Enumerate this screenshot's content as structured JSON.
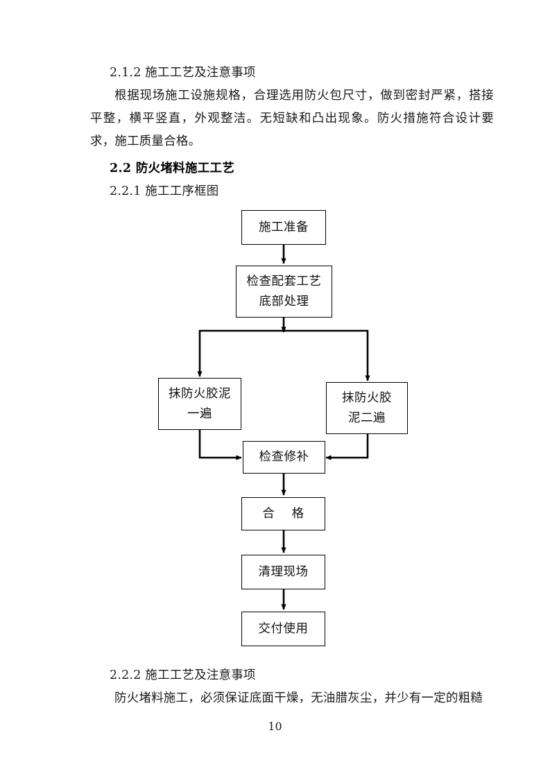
{
  "document": {
    "page_number": "10",
    "sections": [
      {
        "id": "sec-2-1-2",
        "heading": "2.1.2 施工工艺及注意事项",
        "body": "根据现场施工设施规格，合理选用防火包尺寸，做到密封严紧，搭接平整，横平竖直，外观整洁。无短缺和凸出现象。防火措施符合设计要求，施工质量合格。"
      },
      {
        "id": "sec-2-2",
        "heading": "2.2 防火堵料施工工艺"
      },
      {
        "id": "sec-2-2-1",
        "heading": "2.2.1 施工工序框图"
      },
      {
        "id": "sec-2-2-2",
        "heading": "2.2.2 施工工艺及注意事项",
        "body": "防火堵料施工，必须保证底面干燥，无油腊灰尘，并少有一定的粗糙"
      }
    ]
  },
  "flowchart": {
    "title": "施工工序框图",
    "nodes": [
      {
        "id": "n1",
        "lines": [
          "施工准备"
        ]
      },
      {
        "id": "n2",
        "lines": [
          "检查配套工艺",
          "底部处理"
        ]
      },
      {
        "id": "n3",
        "lines": [
          "抹防火胶泥",
          "一遍"
        ]
      },
      {
        "id": "n4",
        "lines": [
          "抹防火胶",
          "泥二遍"
        ]
      },
      {
        "id": "n5",
        "lines": [
          "检查修补"
        ]
      },
      {
        "id": "n6",
        "lines": [
          "合    格"
        ]
      },
      {
        "id": "n7",
        "lines": [
          "清理现场"
        ]
      },
      {
        "id": "n8",
        "lines": [
          "交付使用"
        ]
      }
    ],
    "edges": [
      {
        "from": "n1",
        "to": "n2",
        "type": "vertical-arrow"
      },
      {
        "from": "n2",
        "to": "n3",
        "type": "split-branch-left"
      },
      {
        "from": "n2",
        "to": "n4",
        "type": "split-branch-right"
      },
      {
        "from": "n3",
        "to": "n5",
        "type": "elbow-into-left-side"
      },
      {
        "from": "n4",
        "to": "n5",
        "type": "elbow-into-right-side"
      },
      {
        "from": "n5",
        "to": "n6",
        "type": "vertical-arrow"
      },
      {
        "from": "n6",
        "to": "n7",
        "type": "vertical-arrow"
      },
      {
        "from": "n7",
        "to": "n8",
        "type": "vertical-arrow"
      }
    ],
    "line_color": "#000000"
  }
}
